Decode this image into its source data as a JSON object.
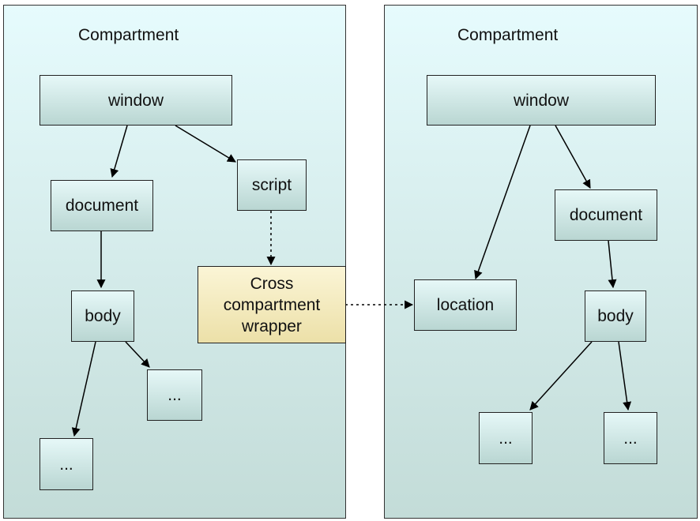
{
  "compartments": [
    {
      "title": "Compartment"
    },
    {
      "title": "Compartment"
    }
  ],
  "nodes": {
    "left_window": "window",
    "left_document": "document",
    "left_script": "script",
    "left_body": "body",
    "left_ellipsis_1": "...",
    "left_ellipsis_2": "...",
    "wrapper": "Cross\ncompartment\nwrapper",
    "right_window": "window",
    "right_document": "document",
    "right_location": "location",
    "right_body": "body",
    "right_ellipsis_1": "...",
    "right_ellipsis_2": "..."
  },
  "colors": {
    "compartment_top": "#e6fbfd",
    "compartment_bottom": "#c3dcd8",
    "wrapper_fill": "#f4eab8",
    "stroke": "#000000"
  }
}
